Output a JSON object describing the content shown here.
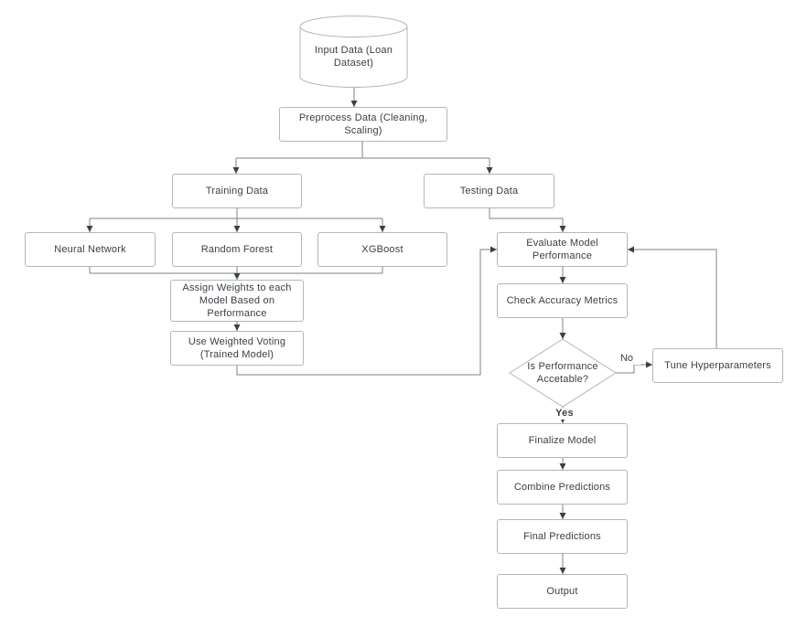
{
  "colors": {
    "node_border": "#b3b7bb",
    "node_fill": "#ffffff",
    "text": "#3b4045",
    "line": "#7e8387",
    "arrow": "#3b4045",
    "bg": "#ffffff"
  },
  "nodes": {
    "input_data": "Input Data (Loan Dataset)",
    "preprocess": "Preprocess Data (Cleaning, Scaling)",
    "training_data": "Training Data",
    "testing_data": "Testing Data",
    "neural_network": "Neural Network",
    "random_forest": "Random Forest",
    "xgboost": "XGBoost",
    "assign_weights": "Assign Weights to each Model Based on Performance",
    "weighted_voting": "Use Weighted Voting (Trained Model)",
    "evaluate_model": "Evaluate Model Performance",
    "check_accuracy": "Check Accuracy Metrics",
    "decision": "Is Performance Accetable?",
    "tune_hyperparameters": "Tune Hyperparameters",
    "finalize_model": "Finalize Model",
    "combine_predictions": "Combine Predictions",
    "final_predictions": "Final Predictions",
    "output": "Output"
  },
  "edge_labels": {
    "no": "No",
    "yes": "Yes"
  }
}
